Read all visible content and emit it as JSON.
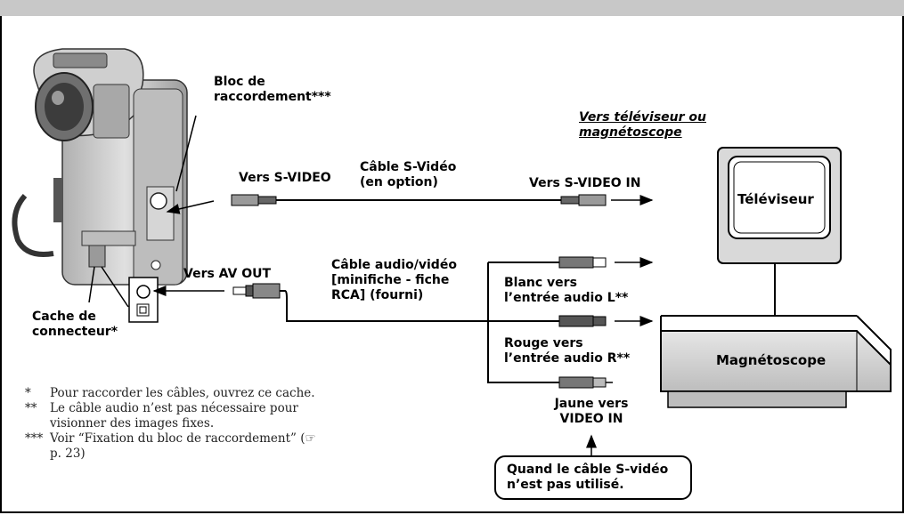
{
  "labels": {
    "bloc": [
      "Bloc de",
      "raccordement***"
    ],
    "vers_tv": [
      "Vers téléviseur ou",
      "magnétoscope"
    ],
    "vers_svideo": "Vers S-VIDEO",
    "cable_svideo": [
      "Câble S-Vidéo",
      "(en option)"
    ],
    "vers_svideo_in": "Vers S-VIDEO IN",
    "televiseur": "Téléviseur",
    "cable_av": [
      "Câble audio/vidéo",
      "[minifiche - fiche",
      "RCA] (fourni)"
    ],
    "vers_av_out": "Vers AV OUT",
    "blanc": [
      "Blanc vers",
      "l’entrée audio L**"
    ],
    "rouge": [
      "Rouge vers",
      "l’entrée audio R**"
    ],
    "jaune": [
      "Jaune vers",
      "VIDEO IN"
    ],
    "magnetoscope": "Magnétoscope",
    "cache": [
      "Cache de",
      "connecteur*"
    ]
  },
  "notes": [
    {
      "mark": "*",
      "text": "Pour raccorder les câbles, ouvrez ce cache."
    },
    {
      "mark": "**",
      "text": "Le câble audio n’est pas nécessaire pour visionner des images fixes."
    },
    {
      "mark": "***",
      "text": "Voir “Fixation du bloc de raccordement” (☞ p. 23)"
    }
  ],
  "callout": [
    "Quand le câble S-vidéo",
    "n’est pas utilisé."
  ]
}
